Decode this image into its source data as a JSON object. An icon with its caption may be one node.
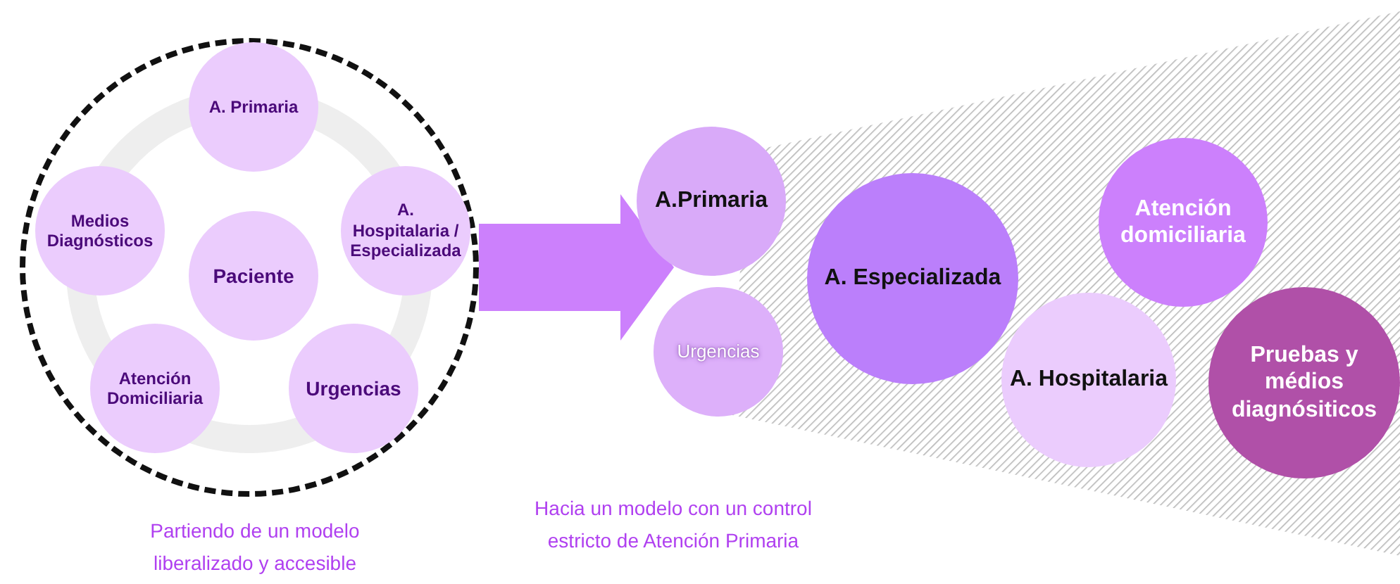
{
  "diagram": {
    "nodes": [
      {
        "text": [],
        "shape": "circle"
      },
      {
        "text": [
          "A. Primaria"
        ],
        "in": 0
      },
      {
        "text": [
          "Medios Diagnósticos"
        ],
        "in": 0
      },
      {
        "text": [
          "A. Hospitalaria / Especializada"
        ],
        "in": 0
      },
      {
        "text": [
          "Paciente"
        ],
        "in": 0
      },
      {
        "text": [
          "Atención Domiciliaria"
        ],
        "in": 0
      },
      {
        "text": [
          "Urgencias"
        ],
        "in": 0
      },
      {
        "text": [
          "A.Primaria"
        ]
      },
      {
        "text": [
          "Urgencias"
        ]
      },
      {
        "text": [
          "A. Especializada"
        ]
      },
      {
        "text": [
          "Atención domiciliaria"
        ]
      },
      {
        "text": [
          "A. Hospitalaria"
        ]
      },
      {
        "text": [
          "Pruebas y médios diagnósiticos"
        ]
      }
    ],
    "edges": [
      {
        "from": 0,
        "to": 7,
        "arrow": "to"
      }
    ],
    "labels": [
      "Partiendo de un modelo liberalizado y accesible",
      "Hacia un modelo con un control estricto de Atención Primaria"
    ]
  }
}
